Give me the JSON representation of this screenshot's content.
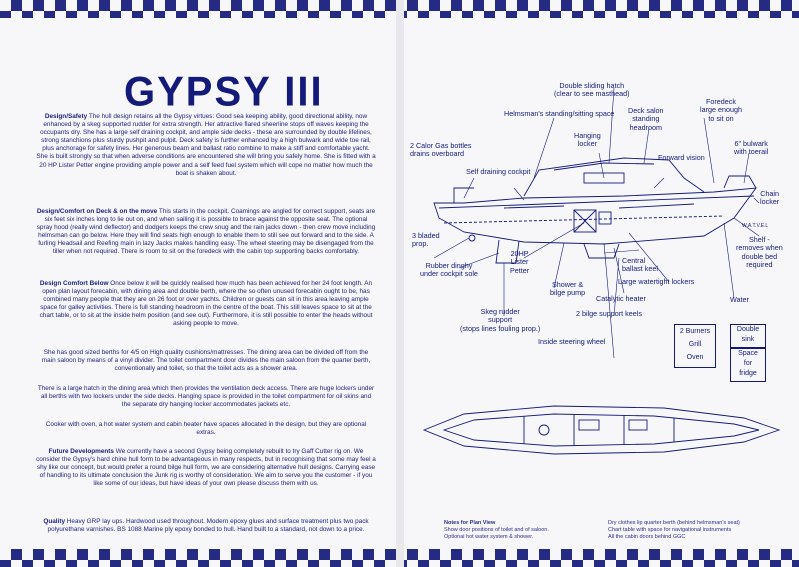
{
  "title": "GYPSY III",
  "sections": {
    "design_safety": {
      "heading": "Design/Safety",
      "body": "The hull design retains all the Gypsy virtues: Good sea keeping ability, good directional ability, now enhanced by a skeg supported rudder for extra strength. Her attractive flared sheerline stops off waves keeping the occupants dry. She has a large self draining cockpit, and ample side decks - these are surrounded by double lifelines, strong stanchions plus sturdy pushpit and pulpit. Deck safety is further enhanced by a high bulwark and wide toe rail, plus anchorage for safety lines. Her generous beam and ballast ratio combine to make a stiff and comfortable yacht. She is built strongly so that when adverse conditions are encountered she will bring you safely home. She is fitted with a 20 HP Lister Petter engine providing ample power and a self feed fuel system which will cope no matter how much the boat is shaken about."
    },
    "comfort_deck": {
      "heading": "Design/Comfort on Deck & on the move",
      "body": "This starts in the cockpit. Coamings are angled for correct support, seats are six feet six inches long to lie out on, and when sailing it is possible to brace against the opposite seat. The optional spray hood (really wind deflector) and dodgers keeps the crew snug and the rain jacks down - then crew move including helmsman can go below. Here they will find seats high enough to enable them to still see out forward and to the side. A furling Headsail and Reefing main in lazy Jacks makes handling easy. The wheel steering may be disengaged from the tiller when not required. There is room to sit on the foredeck with the cabin top supporting backs comfortably."
    },
    "comfort_below": {
      "heading": "Design Comfort Below",
      "body": "Once below it will be quickly realised how much has been achieved for her 24 foot length. An open plan layout forecabin, with dining area and double berth, where the so often unused forecabin ought to be, has combined many people that they are on 26 foot or over yachts. Children or guests can sit in this area leaving ample space for galley activities. There is full standing headroom in the centre of the boat. This still leaves space to sit at the chart table, or to sit at the inside helm position (and see out). Furthermore, it is still possible to enter the heads without asking people to move."
    },
    "berths": "She has good sized berths for 4/5 on High quality cushions/mattresses. The dining area can be divided off from the main saloon by means of a vinyl divider. The toilet compartment door divides the main saloon from the quarter berth, conventionally and toilet, so that the toilet acts as a shower area.",
    "hatch": "There is a large hatch in the dining area which then provides the ventilation deck access. There are huge lockers under all berths with two lockers under the side decks. Hanging space is provided in the toilet compartment for oil skins and the separate dry hanging locker accommodates jackets etc.",
    "cooker": "Cooker with oven, a hot water system and cabin heater have spaces allocated in the design, but they are optional extras.",
    "future": {
      "heading": "Future Developments",
      "body": "We currently have a second Gypsy being completely rebuilt to try Gaff Cutter rig on. We consider the Gypsy's hard chine hull form to be advantageous in many respects, but in recognising that some may feel a shy like our concept, but would prefer a round bilge hull form, we are considering alternative hull designs. Carrying ease of handling to its ultimate conclusion the Junk rig is worthy of consideration. We aim to serve you the customer - if you like some of our ideas, but have ideas of your own please discuss them with us."
    },
    "quality": {
      "heading": "Quality",
      "body": "Heavy GRP lay ups. Hardwood used throughout. Modern epoxy glues and surface treatment plus two pack polyurethane varnishes. BS 1088 Marine ply epoxy bonded to hull. Hand built to a standard, not down to a price."
    }
  },
  "labels": {
    "double_hatch": "Double sliding hatch\n(clear to see masthead)",
    "helmsman": "Helmsman's standing/sitting space",
    "deck_saloon": "Deck salon\nstanding\nheadroom",
    "foredeck": "Foredeck\nlarge enough\nto sit on",
    "hanging_locker": "Hanging\nlocker",
    "calor": "2 Calor Gas bottles\ndrains overboard",
    "bulwark": "6\" bulwark\nwith toerail",
    "forward_vision": "Forward vision",
    "self_draining": "Self draining cockpit",
    "chain_locker": "Chain\nlocker",
    "three_bladed": "3 bladed\nprop.",
    "shelf": "Shelf -\nremoves when\ndouble bed\nrequired",
    "rubber_dinghy": "Rubber dinghy\nunder cockpit sole",
    "twenty_hp": "20HP\nLister\nPetter",
    "central_ballast": "Central\nballast keel",
    "large_watertight": "Large watertight lockers",
    "shower": "Shower &\nbilge pump",
    "catalytic": "Catalytic heater",
    "water": "Water",
    "skeg": "Skeg rudder\nsupport\n(stops lines fouling prop.)",
    "bilge_keels": "2 bilge support keels",
    "inside_wheel": "Inside steering wheel",
    "waterline": "W.A.T.V.E.L"
  },
  "boxes": {
    "burners": [
      "2 Burners",
      "Grill",
      "Oven"
    ],
    "sink": [
      "Double",
      "sink"
    ],
    "fridge": [
      "Space",
      "for",
      "fridge"
    ]
  },
  "notes": {
    "plan_heading": "Notes for Plan View",
    "plan_lines": [
      "Show door positions of toilet and of saloon.",
      "Optional hot water system & shower."
    ],
    "right_lines": [
      "Dry clothes lip quarter berth (behind helmsman's seat)",
      "Chart table with space for navigational instruments",
      "All the cabin doors behind GGC"
    ]
  },
  "colors": {
    "ink": "#141a7a",
    "paper": "#f7f7f9"
  }
}
